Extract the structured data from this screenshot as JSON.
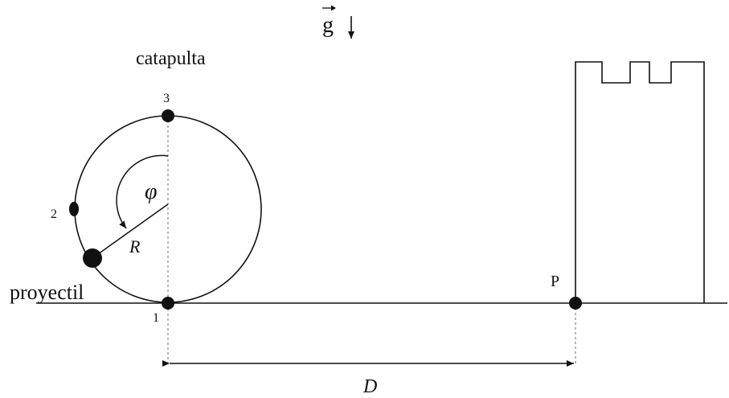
{
  "gravity": {
    "vector_label": "g"
  },
  "catapult": {
    "title": "catapulta",
    "point_top": "3",
    "point_left": "2",
    "point_bottom": "1",
    "angle_label": "φ",
    "radius_label": "R"
  },
  "projectile_label": "proyectil",
  "tower": {
    "point_label": "P"
  },
  "distance_label": "D"
}
